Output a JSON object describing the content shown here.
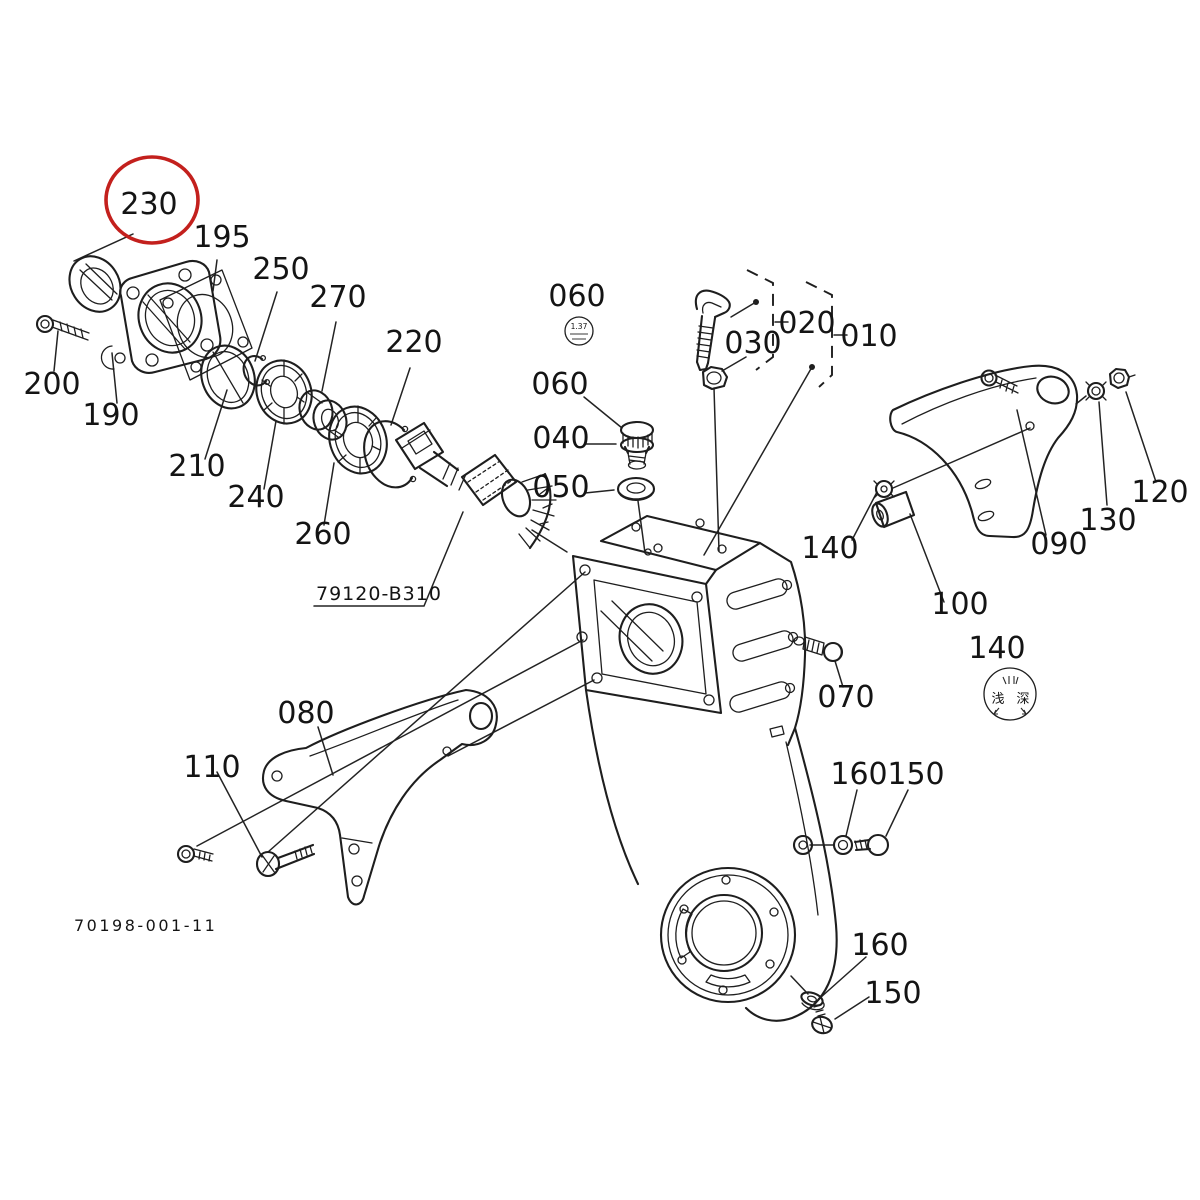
{
  "drawing": {
    "drawing_number": "70198-001-11",
    "shaft_part_number": "79120-B310"
  },
  "highlight": {
    "circled_label": "230",
    "color": "#c3201d"
  },
  "emblems": {
    "torque_mark": "1.37",
    "depth_mark_left": "浅",
    "depth_mark_right": "深"
  },
  "callouts": [
    {
      "label": "230",
      "circled": true
    },
    {
      "label": "195",
      "circled": false
    },
    {
      "label": "250",
      "circled": false
    },
    {
      "label": "270",
      "circled": false
    },
    {
      "label": "220",
      "circled": false
    },
    {
      "label": "200",
      "circled": false
    },
    {
      "label": "190",
      "circled": false
    },
    {
      "label": "210",
      "circled": false
    },
    {
      "label": "240",
      "circled": false
    },
    {
      "label": "260",
      "circled": false
    },
    {
      "label": "060",
      "circled": false
    },
    {
      "label": "060",
      "circled": false
    },
    {
      "label": "040",
      "circled": false
    },
    {
      "label": "050",
      "circled": false
    },
    {
      "label": "030",
      "circled": false
    },
    {
      "label": "020",
      "circled": false
    },
    {
      "label": "010",
      "circled": false
    },
    {
      "label": "140",
      "circled": false
    },
    {
      "label": "100",
      "circled": false
    },
    {
      "label": "090",
      "circled": false
    },
    {
      "label": "130",
      "circled": false
    },
    {
      "label": "120",
      "circled": false
    },
    {
      "label": "140",
      "circled": false
    },
    {
      "label": "070",
      "circled": false
    },
    {
      "label": "080",
      "circled": false
    },
    {
      "label": "110",
      "circled": false
    },
    {
      "label": "160",
      "circled": false
    },
    {
      "label": "150",
      "circled": false
    },
    {
      "label": "160",
      "circled": false
    },
    {
      "label": "150",
      "circled": false
    }
  ]
}
